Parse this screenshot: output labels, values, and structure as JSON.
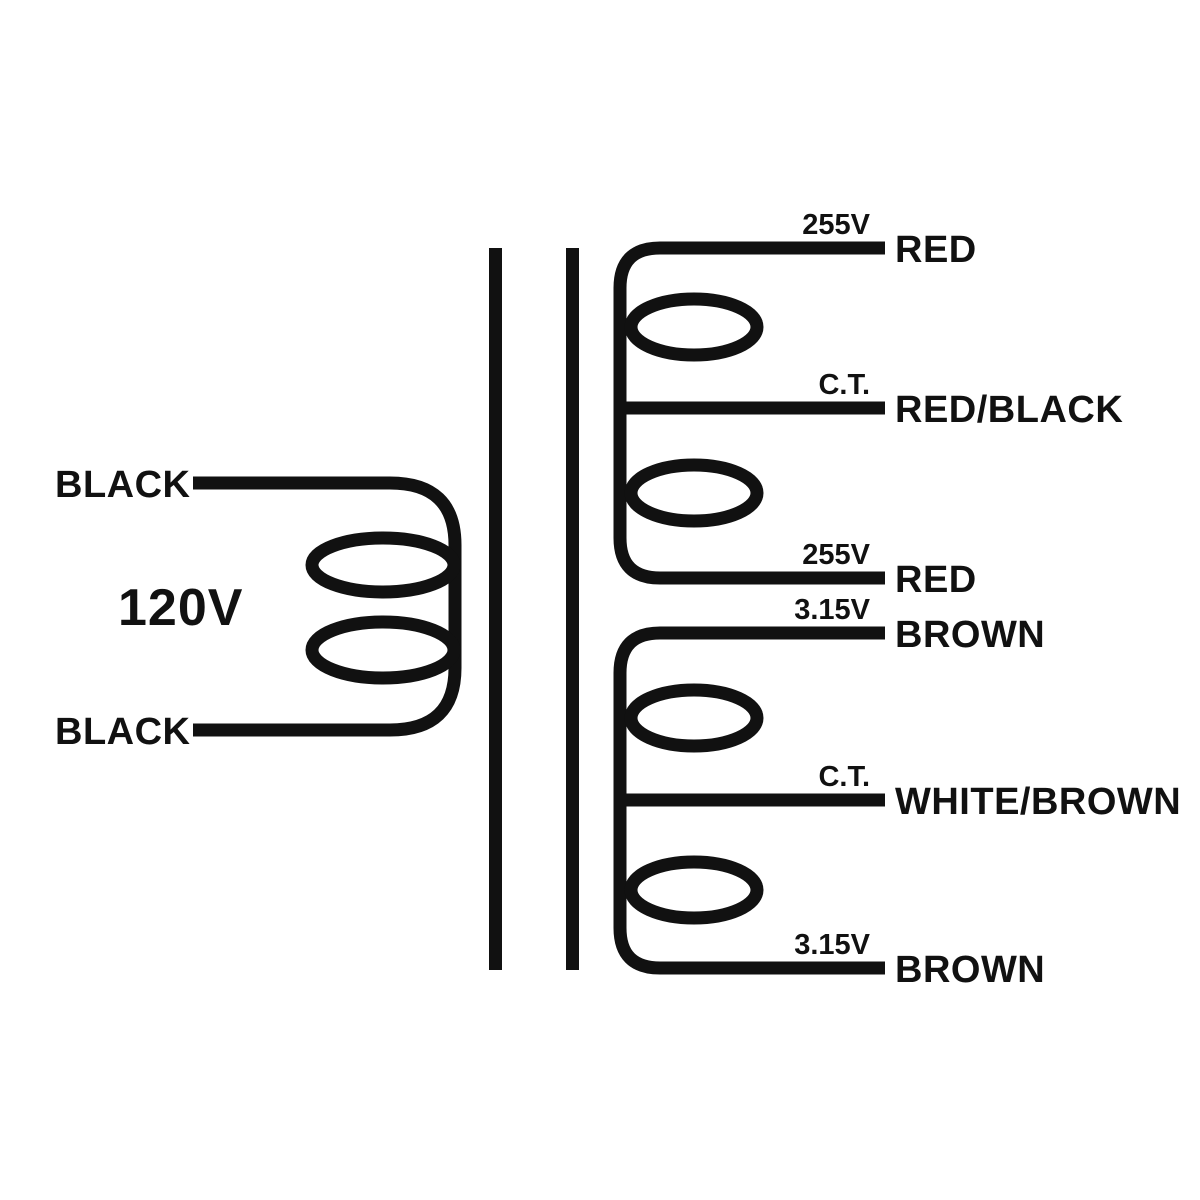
{
  "colors": {
    "background": "#ffffff",
    "line": "#111111"
  },
  "diagram_type": "transformer-wiring-schematic",
  "primary": {
    "voltage_label": "120V",
    "top_lead_label": "BLACK",
    "bottom_lead_label": "BLACK"
  },
  "secondary_hv": {
    "leads": [
      {
        "tap_label": "255V",
        "wire_label": "RED"
      },
      {
        "tap_label": "C.T.",
        "wire_label": "RED/BLACK"
      },
      {
        "tap_label": "255V",
        "wire_label": "RED"
      }
    ]
  },
  "secondary_lv": {
    "leads": [
      {
        "tap_label": "3.15V",
        "wire_label": "BROWN"
      },
      {
        "tap_label": "C.T.",
        "wire_label": "WHITE/BROWN"
      },
      {
        "tap_label": "3.15V",
        "wire_label": "BROWN"
      }
    ]
  }
}
